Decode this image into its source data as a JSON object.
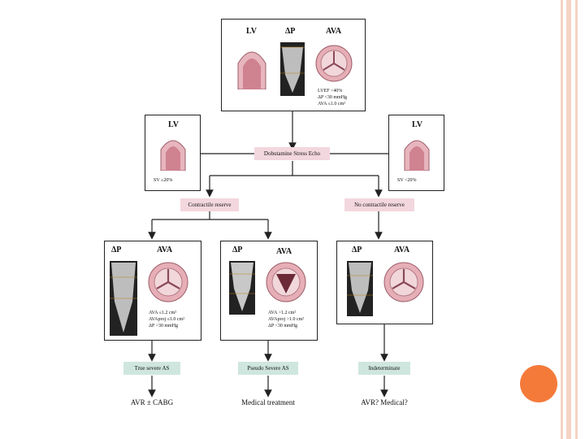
{
  "top": {
    "lv": "LV",
    "dp": "ΔP",
    "ava": "AVA",
    "criteria": [
      "LVEF <40%",
      "ΔP <30 mmHg",
      "AVA ≤1.0 cm²"
    ]
  },
  "left_lv": {
    "title": "LV",
    "sv": "SV ≥20%"
  },
  "right_lv": {
    "title": "LV",
    "sv": "SV <20%"
  },
  "center": "Dobutamine Stress Echo",
  "contractile": "Contractile reserve",
  "no_contractile": "No contractile reserve",
  "panels": [
    {
      "dp": "ΔP",
      "ava": "AVA",
      "notes": [
        "AVA ≤1.2 cm²",
        "AVAproj ≤1.0 cm²",
        "ΔP >30 mmHg"
      ]
    },
    {
      "dp": "ΔP",
      "ava": "AVA",
      "notes": [
        "AVA >1.2 cm²",
        "AVAproj >1.0 cm²",
        "ΔP <30 mmHg"
      ]
    },
    {
      "dp": "ΔP",
      "ava": "AVA",
      "notes": []
    }
  ],
  "results": [
    "True severe AS",
    "Pseudo Severe AS",
    "Indeterminate"
  ],
  "outcomes": [
    "AVR ± CABG",
    "Medical treatment",
    "AVR? Medical?"
  ],
  "colors": {
    "stripe": "#f6d3c4",
    "tag": "#f3d7de",
    "result": "#cfe6df",
    "accent": "#f47a3a"
  }
}
